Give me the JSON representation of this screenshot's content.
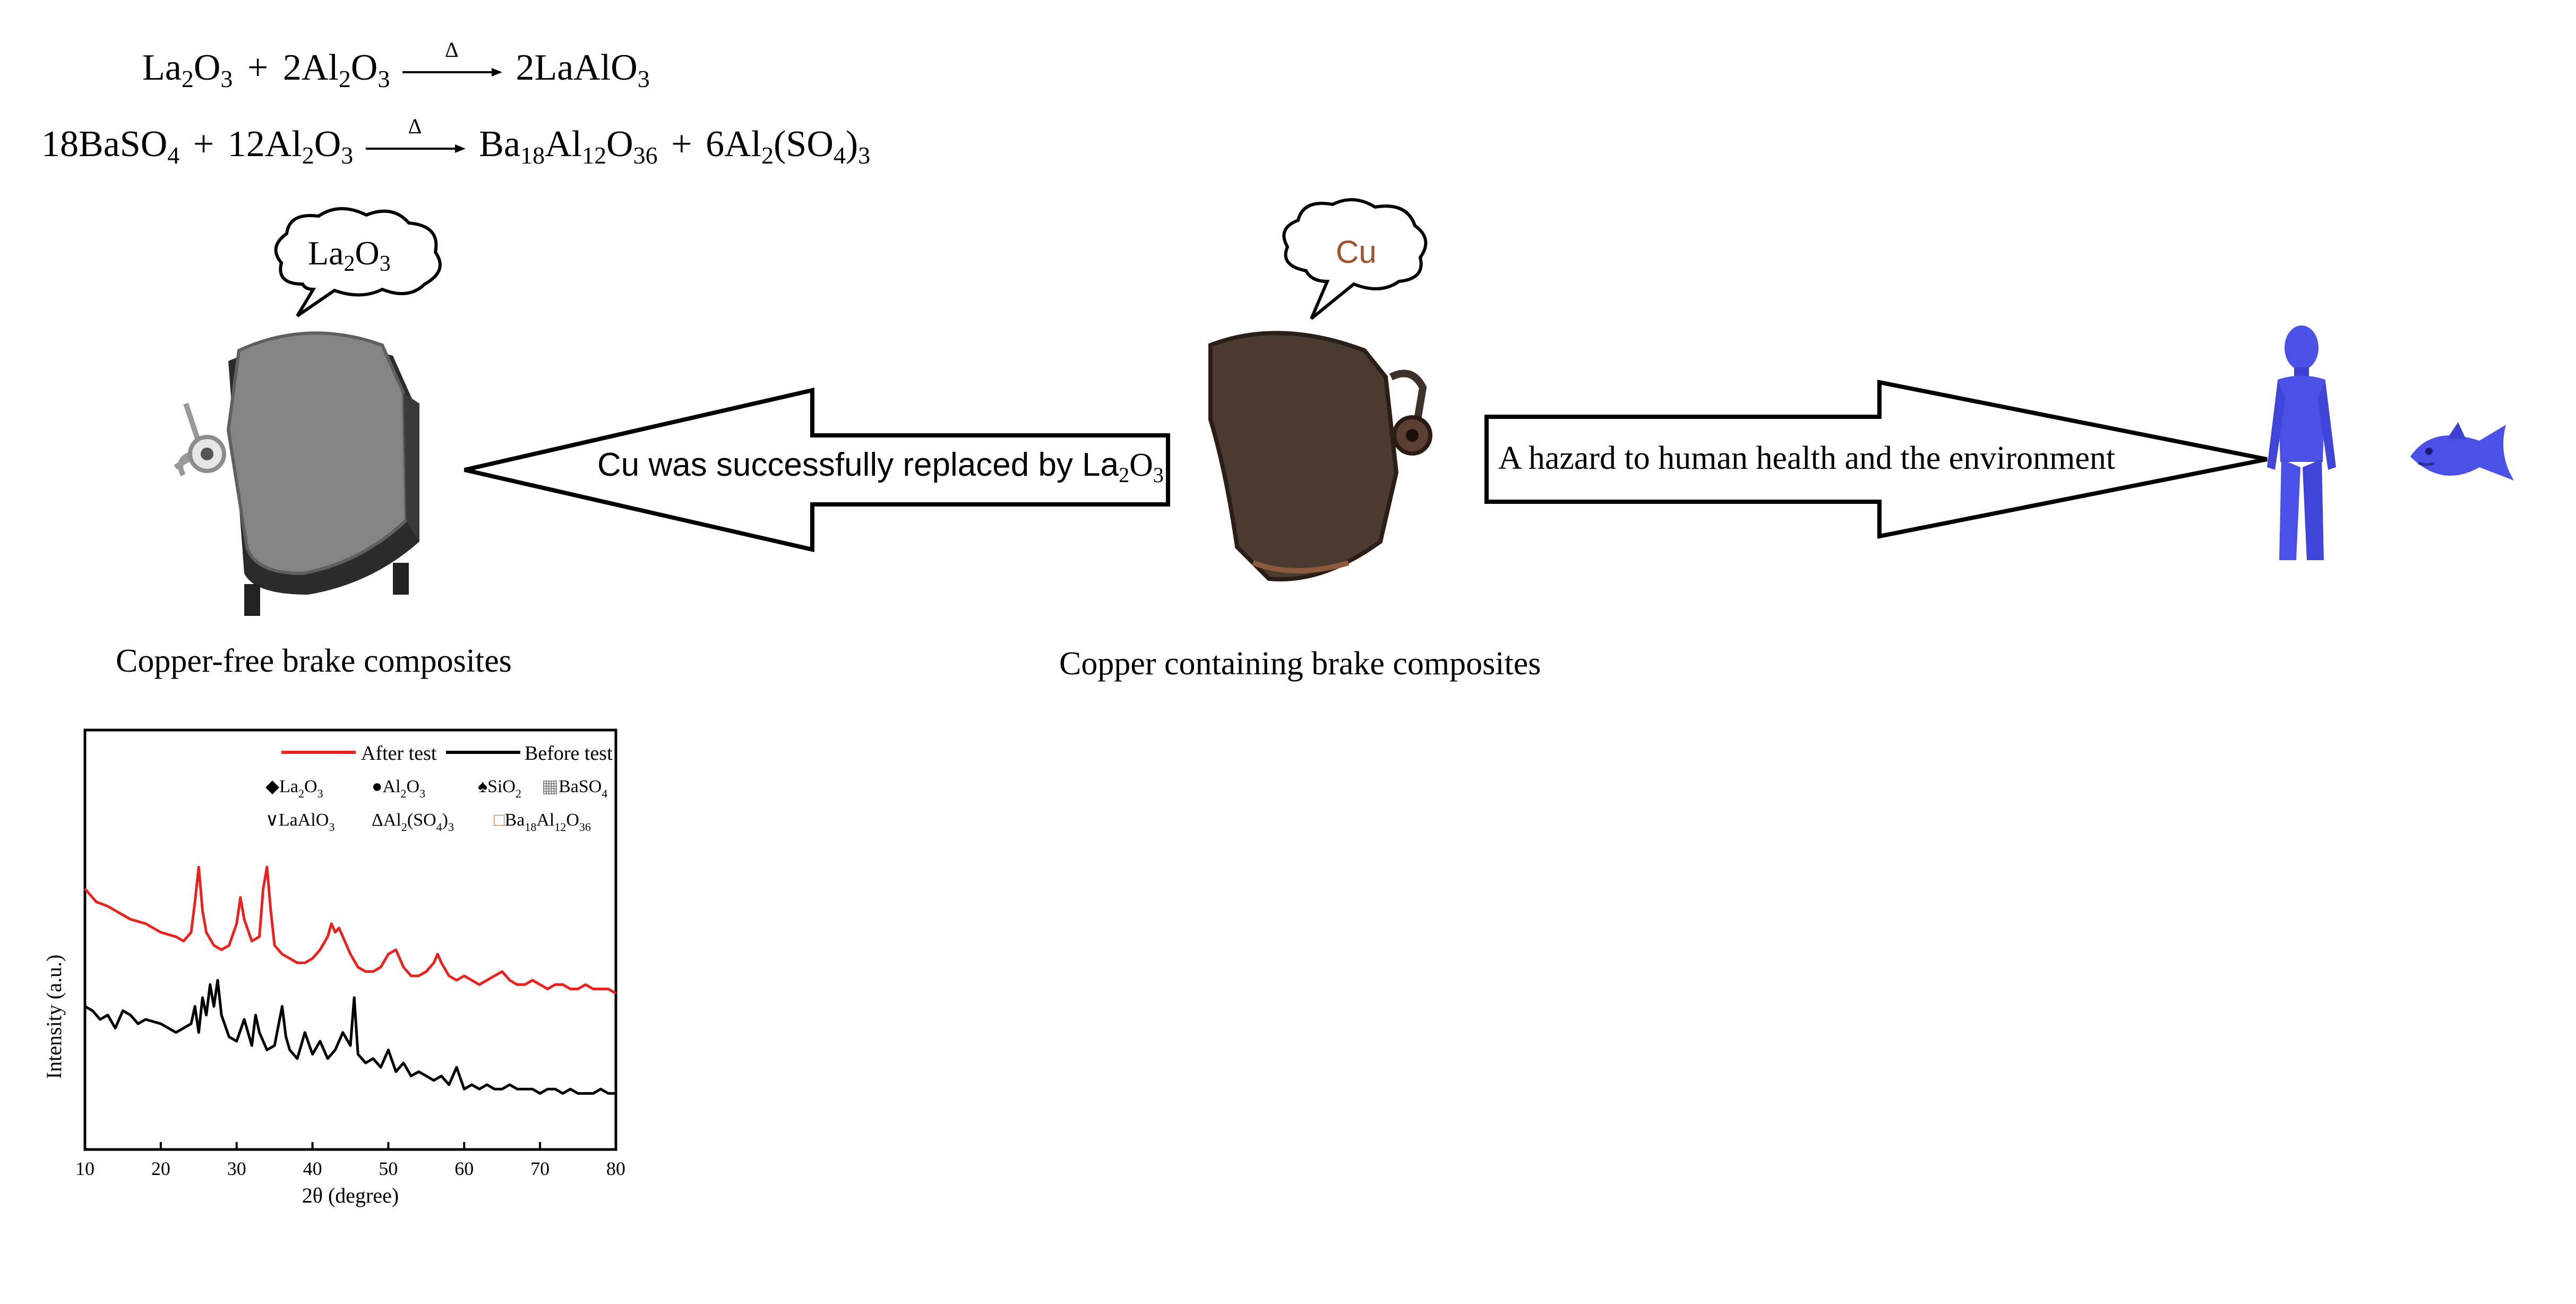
{
  "equations": {
    "eq1": {
      "left_a": "La",
      "left_a_sub1": "2",
      "left_a_o": "O",
      "left_a_sub2": "3",
      "plus": "+",
      "left_b": "2Al",
      "left_b_sub1": "2",
      "left_b_o": "O",
      "left_b_sub2": "3",
      "heat": "Δ",
      "right": "2LaAlO",
      "right_sub": "3"
    },
    "eq2": {
      "left_a": "18BaSO",
      "left_a_sub": "4",
      "plus": "+",
      "left_b": "12Al",
      "left_b_sub1": "2",
      "left_b_o": "O",
      "left_b_sub2": "3",
      "heat": "Δ",
      "right_a": "Ba",
      "right_a_sub1": "18",
      "right_a_al": "Al",
      "right_a_sub2": "12",
      "right_a_o": "O",
      "right_a_sub3": "36",
      "plus2": "+",
      "right_b": "6Al",
      "right_b_sub1": "2",
      "right_b_mid": "(SO",
      "right_b_sub2": "4",
      "right_b_end": ")",
      "right_b_sub3": "3"
    }
  },
  "left_bubble": {
    "text": "La",
    "sub1": "2",
    "o": "O",
    "sub2": "3"
  },
  "right_bubble": {
    "text": "Cu",
    "color": "#a0522d"
  },
  "left_arrow": {
    "text": "Cu was successfully replaced by La",
    "sub1": "2",
    "o": "O",
    "sub2": "3"
  },
  "right_arrow": {
    "text": "A hazard to human health and the environment"
  },
  "captions": {
    "left": "Copper-free brake composites",
    "right": "Copper containing brake composites"
  },
  "colors": {
    "after": "#e8231f",
    "before": "#000000",
    "figure": "#4b50e6",
    "pad_free": "#7f7f7f",
    "pad_cu": "#4a3a30"
  },
  "chart_data": {
    "type": "line",
    "xlabel": "2θ (degree)",
    "ylabel": "Intensity (a.u.)",
    "xlim": [
      10,
      80
    ],
    "xticks": [
      10,
      20,
      30,
      40,
      50,
      60,
      70,
      80
    ],
    "legend": [
      {
        "name": "After test",
        "color": "#e8231f"
      },
      {
        "name": "Before test",
        "color": "#000000"
      }
    ],
    "markers_legend": {
      "row1": [
        {
          "symbol": "◆",
          "label": "La",
          "sub": "2",
          "o": "O",
          "sub2": "3"
        },
        {
          "symbol": "●",
          "label": "Al",
          "sub": "2",
          "o": "O",
          "sub2": "3"
        },
        {
          "symbol": "♠",
          "label": "SiO",
          "sub": "2",
          "o": "",
          "sub2": ""
        },
        {
          "symbol": "▦",
          "label": "BaSO",
          "sub": "4",
          "o": "",
          "sub2": ""
        }
      ],
      "row2": [
        {
          "symbol": "∨",
          "label": "LaAlO",
          "sub": "3"
        },
        {
          "symbol": "Δ",
          "label": "Al",
          "sub": "2",
          "mid": "(SO",
          "sub2": "4",
          "end": ")",
          "sub3": "3"
        },
        {
          "symbol": "□",
          "label": "Ba",
          "sub": "18",
          "mid": "Al",
          "sub2": "12",
          "end": "O",
          "sub3": "36"
        }
      ]
    },
    "series": [
      {
        "name": "After test",
        "x": [
          10,
          11.5,
          13,
          14,
          15,
          16,
          18,
          20,
          22,
          23,
          24,
          24.5,
          25,
          25.5,
          26,
          27,
          28,
          29,
          30,
          30.5,
          31,
          32,
          33,
          33.5,
          34,
          34.5,
          35,
          36,
          37,
          38,
          39,
          40,
          41,
          42,
          42.5,
          43,
          43.5,
          44,
          45,
          46,
          47,
          48,
          49,
          50,
          51,
          52,
          53,
          54,
          55,
          56,
          56.5,
          57,
          58,
          59,
          60,
          61,
          62,
          63,
          64,
          65,
          66,
          67,
          68,
          69,
          70,
          71,
          72,
          73,
          74,
          75,
          76,
          77,
          78,
          79,
          80
        ],
        "y": [
          55,
          52,
          51,
          50,
          49,
          48,
          47,
          45,
          44,
          43,
          45,
          52,
          60,
          50,
          45,
          42,
          41,
          42,
          47,
          53,
          48,
          43,
          44,
          55,
          60,
          50,
          42,
          40,
          39,
          38,
          38,
          39,
          41,
          44,
          47,
          45,
          46,
          44,
          40,
          37,
          36,
          36,
          37,
          40,
          41,
          37,
          35,
          35,
          36,
          38,
          40,
          38,
          35,
          34,
          35,
          34,
          33,
          34,
          35,
          36,
          34,
          33,
          33,
          34,
          33,
          32,
          33,
          33,
          32,
          32,
          33,
          32,
          32,
          32,
          31
        ]
      },
      {
        "name": "Before test",
        "x": [
          10,
          11,
          12,
          13,
          14,
          15,
          16,
          17,
          18,
          20,
          22,
          23,
          24,
          24.5,
          25,
          25.5,
          26,
          26.5,
          27,
          27.5,
          28,
          29,
          30,
          31,
          32,
          32.5,
          33,
          33.5,
          34,
          35,
          36,
          36.5,
          37,
          38,
          39,
          40,
          41,
          42,
          43,
          44,
          45,
          45.5,
          46,
          47,
          48,
          49,
          50,
          51,
          52,
          53,
          54,
          55,
          56,
          57,
          58,
          59,
          60,
          61,
          62,
          63,
          64,
          65,
          66,
          67,
          68,
          69,
          70,
          71,
          72,
          73,
          74,
          75,
          76,
          77,
          78,
          79,
          80
        ],
        "y": [
          28,
          27,
          25,
          26,
          23,
          27,
          26,
          24,
          25,
          24,
          22,
          23,
          24,
          28,
          22,
          30,
          26,
          33,
          28,
          34,
          26,
          21,
          20,
          25,
          19,
          26,
          22,
          20,
          18,
          19,
          28,
          21,
          18,
          16,
          22,
          17,
          20,
          16,
          18,
          22,
          19,
          30,
          17,
          15,
          16,
          14,
          18,
          13,
          15,
          12,
          13,
          12,
          11,
          12,
          10,
          14,
          9,
          10,
          9,
          10,
          9,
          9,
          10,
          9,
          9,
          9,
          8,
          9,
          9,
          8,
          9,
          8,
          8,
          8,
          9,
          8,
          8
        ]
      }
    ]
  }
}
